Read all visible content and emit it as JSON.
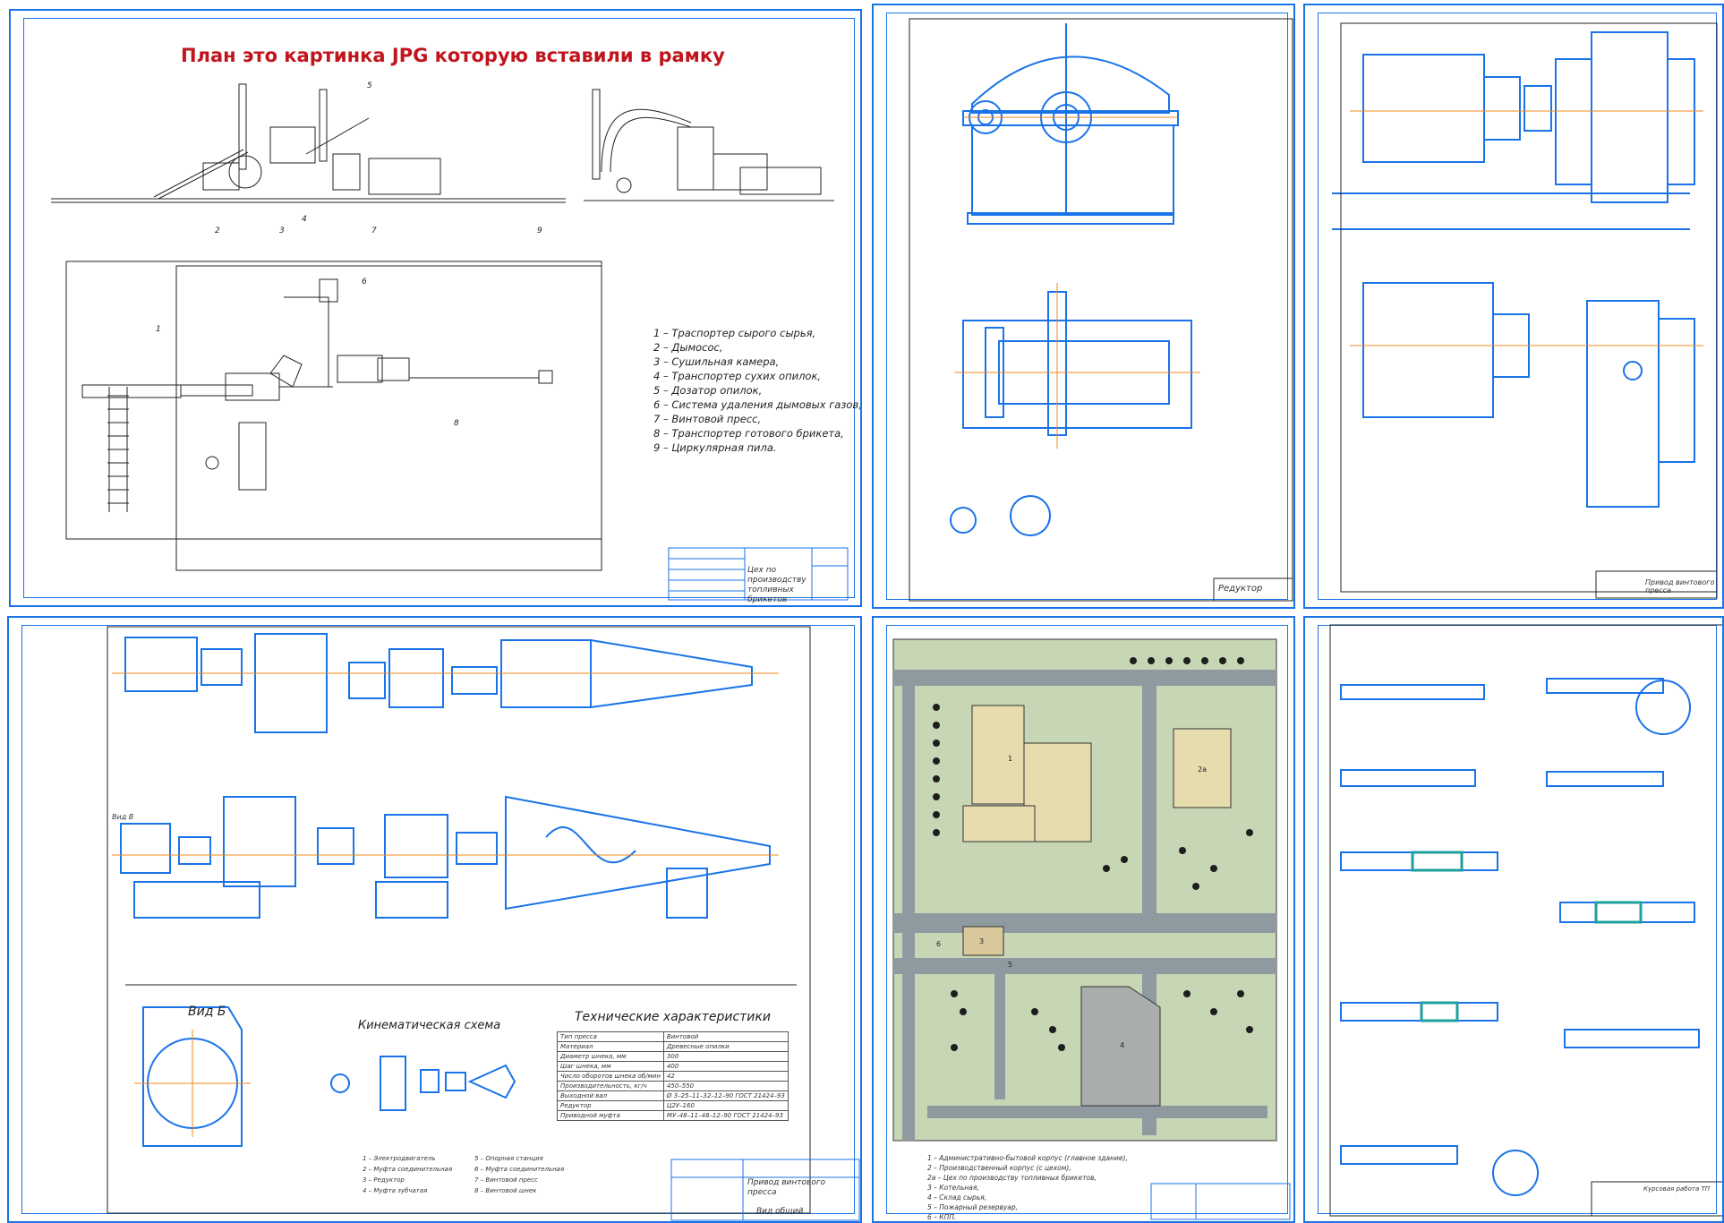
{
  "sheets": {
    "plan": {
      "note": "План это картинка JPG которую вставили в рамку",
      "legend": [
        "1 – Траспортер сырого сырья,",
        "2 – Дымосос,",
        "3 – Сушильная камера,",
        "4 – Транспортер сухих опилок,",
        "5 – Дозатор опилок,",
        "6 – Система удаления дымовых газов,",
        "7 – Винтовой пресс,",
        "8 – Транспортер готового брикета,",
        "9 – Циркулярная пила."
      ],
      "stamp": "Цех по производству топливных брикетов"
    },
    "reducer": {
      "stamp": "Редуктор"
    },
    "drive": {
      "stamp": "Привод винтового пресса"
    },
    "press": {
      "view_label": "Вид Б",
      "view_b_top": "Вид В",
      "kinematic_title": "Кинематическая схема",
      "tech_title": "Технические характеристики",
      "kinematic_legend": [
        "1 – Электродвигатель",
        "2 – Муфта соединительная",
        "3 – Редуктор",
        "4 – Муфта зубчатая",
        "5 – Опорная станция",
        "6 – Муфта соединительная",
        "7 – Винтовой пресс",
        "8 – Винтовой шнек"
      ],
      "specs": [
        [
          "Тип пресса",
          "Винтовой"
        ],
        [
          "Материал",
          "Древесные опилки"
        ],
        [
          "Диаметр шнека, мм",
          "300"
        ],
        [
          "Шаг шнека, мм",
          "400"
        ],
        [
          "Число оборотов шнека об/мин",
          "42"
        ],
        [
          "Производительность, кг/ч",
          "450–550"
        ],
        [
          "Выходной вал",
          "Ø 3–25–11–32–12–90 ГОСТ 21424–93"
        ],
        [
          "Редуктор",
          "Ц2У–160"
        ],
        [
          "Приводной муфта",
          "МУ–48–11–48–12–90 ГОСТ 21424–93"
        ]
      ],
      "stamp_title": "Привод винтового пресса",
      "stamp_sub": "Вид общий"
    },
    "site": {
      "legend": [
        "1 – Административно-бытовой корпус (главное здание),",
        "2 – Производственный корпус (с цехом),",
        "2а – Цех по производству топливных брикетов,",
        "3 – Котельная,",
        "4 – Склад сырья,",
        "5 – Пожарный резервуар,",
        "6 – КПП."
      ],
      "building_labels": [
        "1",
        "2а",
        "3",
        "4",
        "5",
        "6"
      ]
    },
    "shafts": {
      "stamp": "Курсовая работа ТП"
    }
  },
  "colors": {
    "line": "#1a73e8",
    "accent": "#f08a1c",
    "note": "#c0151c",
    "site_bg": "#c7d6b5",
    "road": "#8f9aa0",
    "building": "#e6dcae"
  }
}
